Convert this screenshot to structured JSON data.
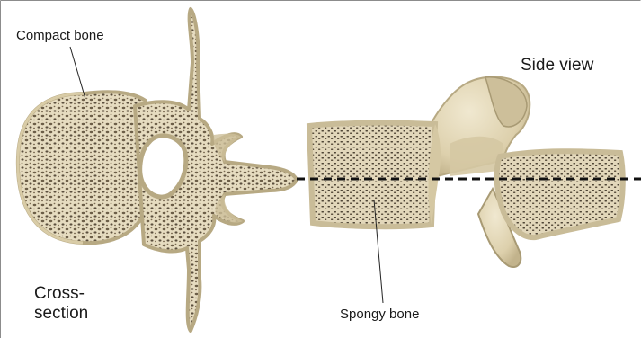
{
  "labels": {
    "compact_bone": "Compact bone",
    "spongy_bone": "Spongy bone",
    "side_view": "Side view",
    "cross_section_line1": "Cross-",
    "cross_section_line2": "section"
  },
  "colors": {
    "bone": "#e6dcc0",
    "bone_shadow": "#c9bc98",
    "bone_edge": "#b7a983",
    "pores": "#5b4f3e",
    "frame": "#8c8c8c",
    "dashed_line": "#111111"
  }
}
